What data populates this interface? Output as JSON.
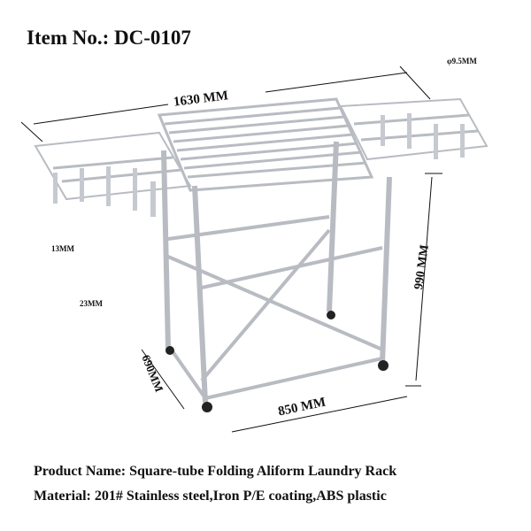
{
  "title": "Item No.: DC-0107",
  "dimensions": {
    "tube_diameter": "φ9.5MM",
    "width": "1630 MM",
    "small_tube": "13MM",
    "large_tube": "23MM",
    "height": "990 MM",
    "depth": "690MM",
    "base_width": "850 MM"
  },
  "product_name": "Product Name: Square-tube Folding Aliform Laundry Rack",
  "material": "Material: 201# Stainless steel,Iron P/E coating,ABS plastic",
  "colors": {
    "frame": "#b8bcc2",
    "frame_dark": "#8a8f96",
    "wheel": "#222222"
  }
}
